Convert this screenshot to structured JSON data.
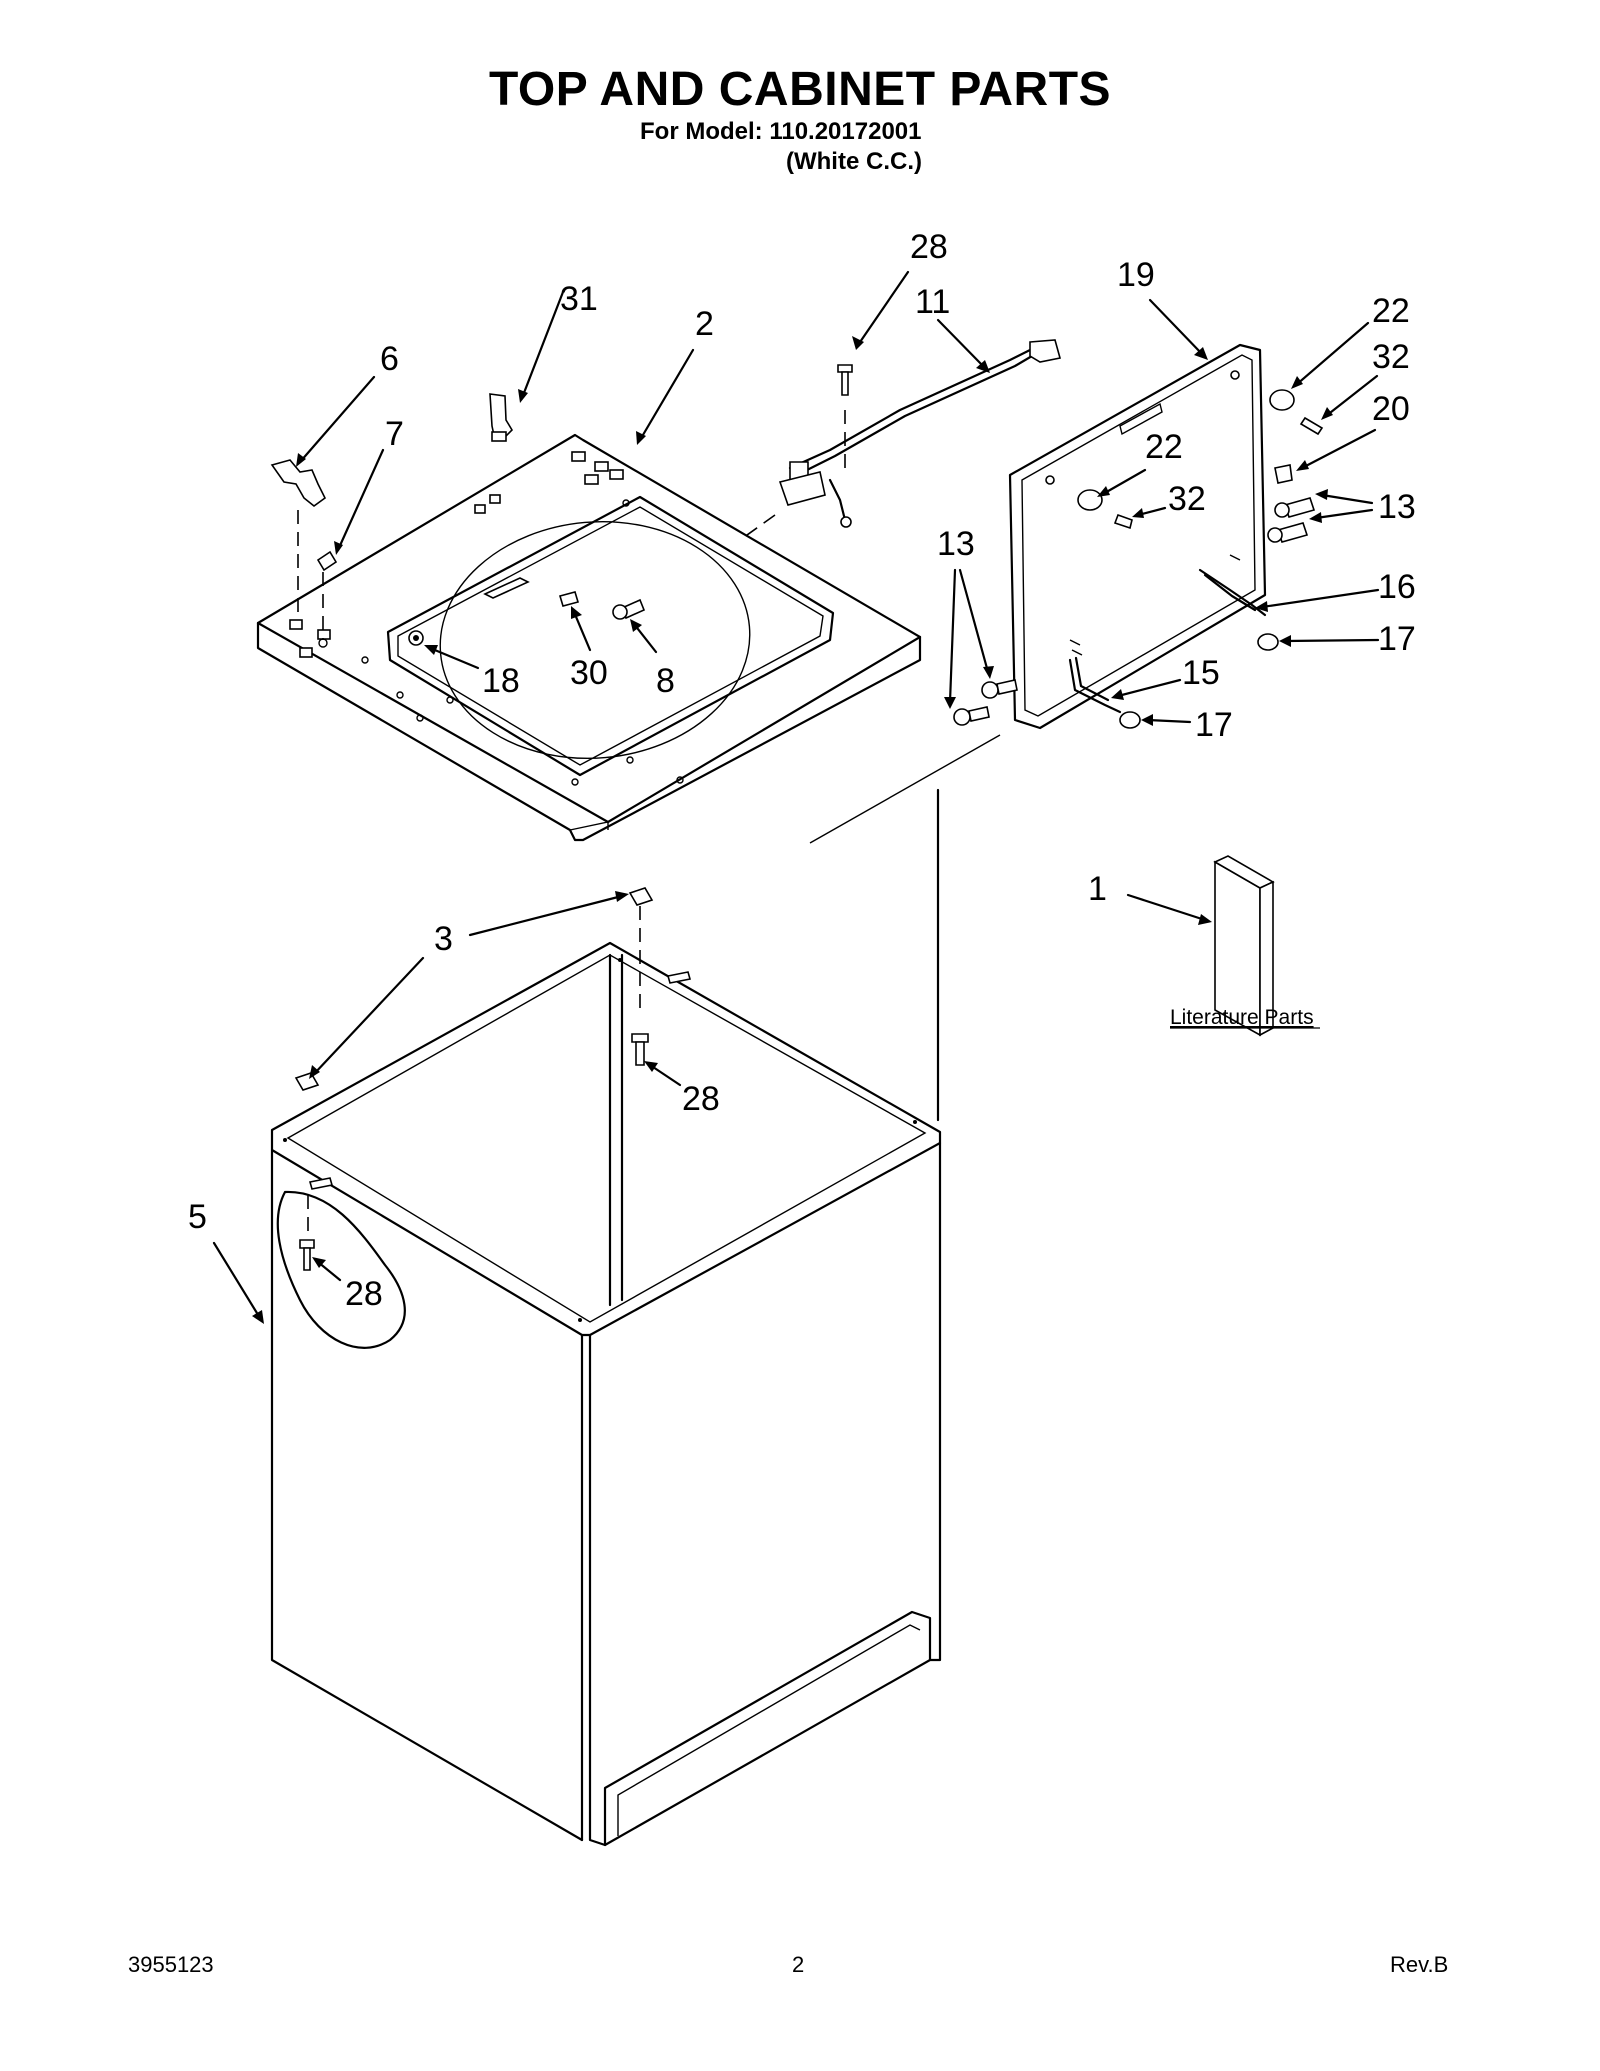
{
  "header": {
    "title": "TOP AND CABINET PARTS",
    "model_line": "For Model: 110.20172001",
    "color_line": "(White C.C.)"
  },
  "callouts": {
    "c28_top": "28",
    "c11": "11",
    "c19": "19",
    "c31": "31",
    "c2": "2",
    "c6": "6",
    "c7": "7",
    "c22_right": "22",
    "c32_right": "32",
    "c20": "20",
    "c22_inner": "22",
    "c32_inner": "32",
    "c13_right": "13",
    "c13_left": "13",
    "c16": "16",
    "c17_top": "17",
    "c15": "15",
    "c17_bottom": "17",
    "c18": "18",
    "c30": "30",
    "c8": "8",
    "c1": "1",
    "c3": "3",
    "c28_mid": "28",
    "c5": "5",
    "c28_bottom": "28"
  },
  "literature_label": "Literature Parts",
  "footer": {
    "doc_number": "3955123",
    "page_number": "2",
    "revision": "Rev.B"
  }
}
